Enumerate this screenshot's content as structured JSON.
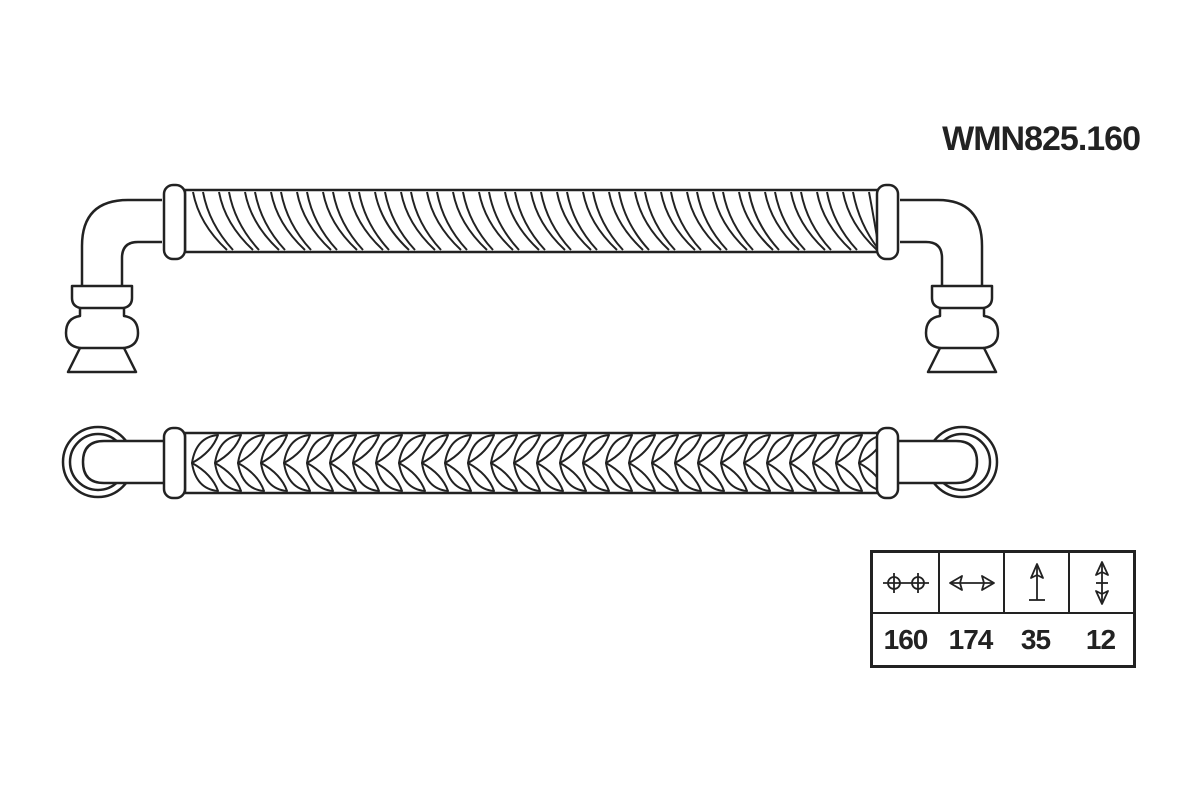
{
  "product": {
    "model_number": "WMN825.160"
  },
  "spec_table": {
    "columns": [
      {
        "icon": "hole-spacing-icon",
        "value": "160"
      },
      {
        "icon": "overall-length-icon",
        "value": "174"
      },
      {
        "icon": "projection-height-icon",
        "value": "35"
      },
      {
        "icon": "bar-diameter-icon",
        "value": "12"
      }
    ]
  },
  "colors": {
    "line": "#222222",
    "background": "#ffffff"
  }
}
